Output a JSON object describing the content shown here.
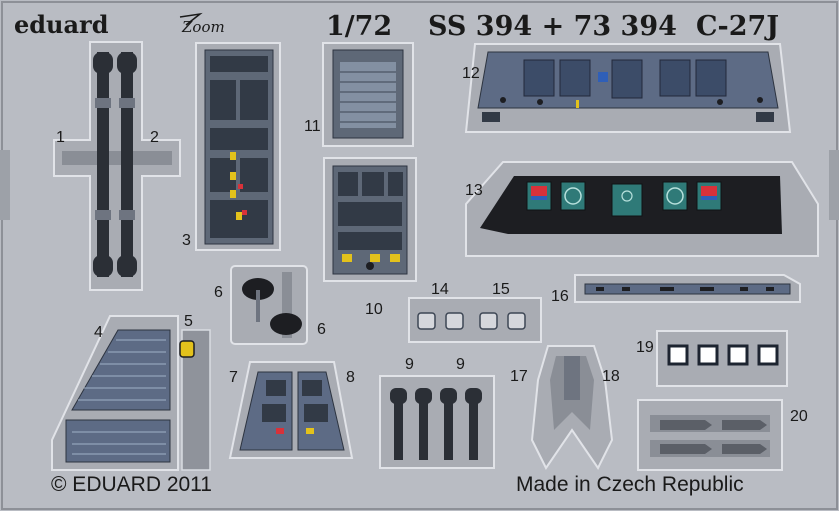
{
  "header": {
    "brand": "eduard",
    "zoom_mark": "Zoom",
    "scale": "1/72",
    "code": "SS 394 + 73 394",
    "model": "C-27J"
  },
  "part_labels": {
    "p1": "1",
    "p2": "2",
    "p3": "3",
    "p4": "4",
    "p5": "5",
    "p6a": "6",
    "p6b": "6",
    "p7": "7",
    "p8": "8",
    "p9a": "9",
    "p9b": "9",
    "p10": "10",
    "p11": "11",
    "p12": "12",
    "p13": "13",
    "p14": "14",
    "p15": "15",
    "p16": "16",
    "p17": "17",
    "p18": "18",
    "p19": "19",
    "p20": "20"
  },
  "footer": {
    "copyright": "© EDUARD 2011",
    "origin": "Made in Czech Republic"
  },
  "colors": {
    "sheet": "#b9bcc3",
    "panel": "#5e6877",
    "belt": "#2b2f36",
    "screen_red": "#d8323a",
    "screen_blue": "#2f5fb8",
    "screen_teal": "#2f7a78",
    "yellow": "#e3c21c"
  }
}
